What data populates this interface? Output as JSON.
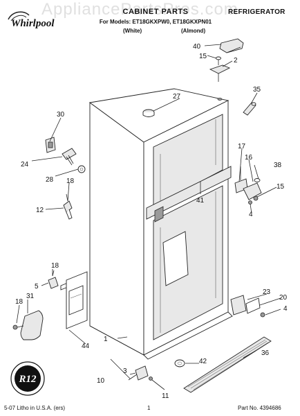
{
  "header": {
    "brand": "Whirlpool",
    "watermark": "AppliancePartsPros.com",
    "title": "CABINET PARTS",
    "category": "REFRIGERATOR",
    "model_line": "For Models: ET18GKXPW0, ET18GKXPN01",
    "color_1": "(White)",
    "color_2": "(Almond)"
  },
  "callouts": {
    "c1": "1",
    "c2": "2",
    "c3": "3",
    "c4a": "4",
    "c4b": "4",
    "c5": "5",
    "c10": "10",
    "c11": "11",
    "c12": "12",
    "c15a": "15",
    "c15b": "15",
    "c16": "16",
    "c17": "17",
    "c18a": "18",
    "c18b": "18",
    "c18c": "18",
    "c20": "20",
    "c23": "23",
    "c24": "24",
    "c27": "27",
    "c28": "28",
    "c30": "30",
    "c31": "31",
    "c35": "35",
    "c36": "36",
    "c38": "38",
    "c40": "40",
    "c41": "41",
    "c42": "42",
    "c44": "44"
  },
  "seal": {
    "text": "R12"
  },
  "footer": {
    "left": "5-07 Litho in U.S.A. (ers)",
    "page": "1",
    "right": "Part No. 4394686"
  }
}
